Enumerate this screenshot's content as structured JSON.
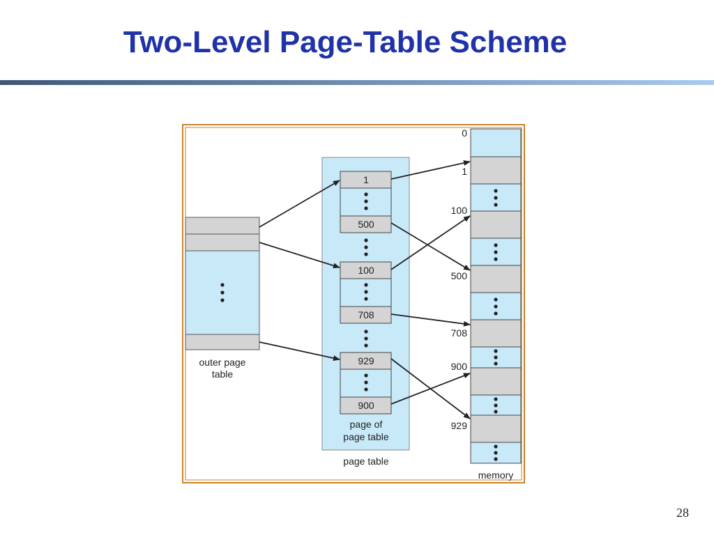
{
  "slide": {
    "title": "Two-Level Page-Table Scheme",
    "page_number": "28"
  },
  "diagram": {
    "outer_page_table_label": [
      "outer page",
      "table"
    ],
    "page_of_page_table_label": [
      "page of",
      "page table"
    ],
    "page_table_label": "page table",
    "memory_label": "memory",
    "page_table_entries": [
      "1",
      "500",
      "100",
      "708",
      "929",
      "900"
    ],
    "memory_frame_labels": [
      "0",
      "1",
      "100",
      "500",
      "708",
      "900",
      "929"
    ],
    "colors": {
      "light_blue": "#c8e9f8",
      "gray": "#d4d4d4",
      "frame_border": "#c8832a",
      "title": "#1f32a8"
    }
  }
}
